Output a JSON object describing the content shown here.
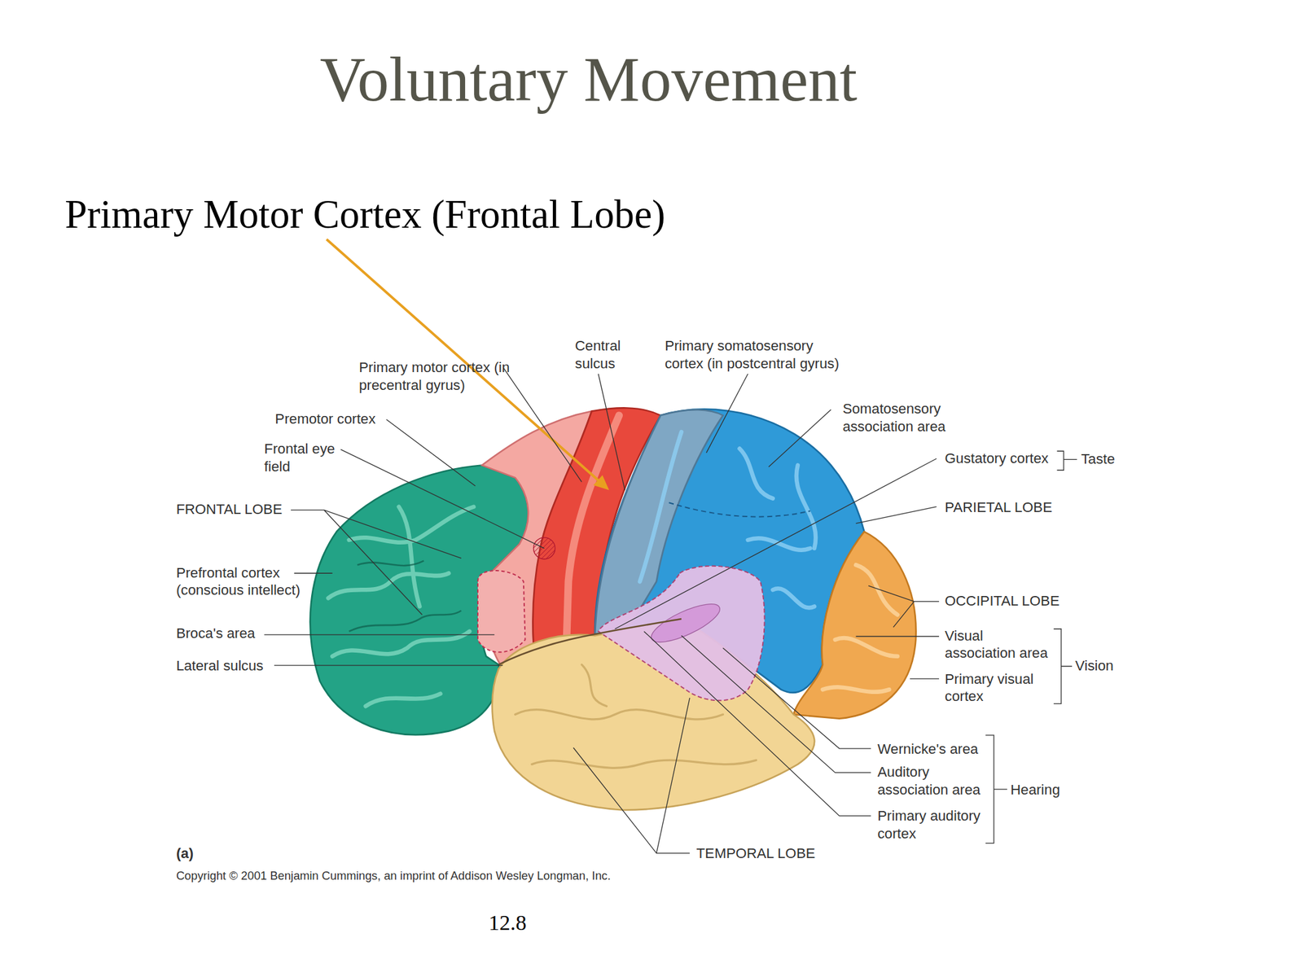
{
  "diagram": {
    "title": "Voluntary Movement",
    "labels": [
      "Primary Motor Cortex (Frontal Lobe)",
      "Primary motor cortex (in precentral gyrus)",
      "Central sulcus",
      "Primary somatosensory cortex (in postcentral gyrus)",
      "Premotor cortex",
      "Somatosensory association area",
      "Frontal eye field",
      "Gustatory cortex",
      "Taste",
      "FRONTAL LOBE",
      "PARIETAL LOBE",
      "Prefrontal cortex (conscious intellect)",
      "OCCIPITAL LOBE",
      "Broca's area",
      "Visual association area",
      "Vision",
      "Lateral sulcus",
      "Primary visual cortex",
      "Wernicke's area",
      "Auditory association area",
      "Hearing",
      "Primary auditory cortex",
      "TEMPORAL LOBE",
      "(a)",
      "Copyright © 2001 Benjamin Cummings, an imprint of Addison Wesley Longman, Inc.",
      "12.8"
    ]
  }
}
